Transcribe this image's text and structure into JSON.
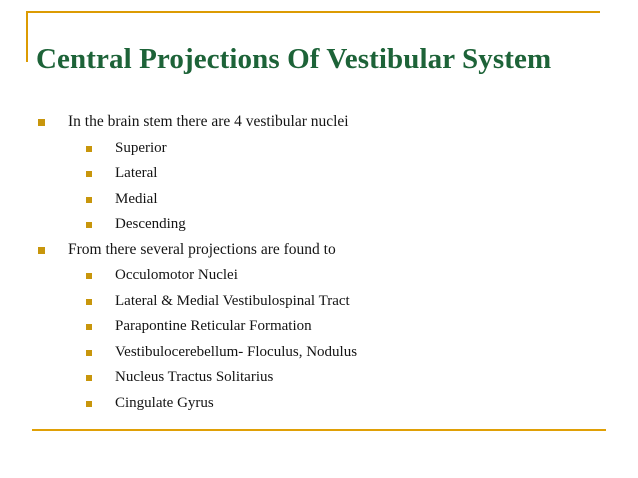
{
  "slide": {
    "title": "Central Projections Of Vestibular System",
    "theme": {
      "background": "#ffffff",
      "title_color": "#1d6338",
      "accent_gold": "#dc9b03",
      "bullet_color": "#c8960c",
      "body_color": "#141414"
    },
    "decorations": {
      "title_rule_top": "gold-horizontal-rule",
      "title_rule_left": "gold-vertical-rule",
      "footer_rule": "gold-horizontal-rule"
    },
    "content": [
      {
        "level": 1,
        "text": "In the brain stem there are 4 vestibular nuclei"
      },
      {
        "level": 2,
        "text": "Superior"
      },
      {
        "level": 2,
        "text": "Lateral"
      },
      {
        "level": 2,
        "text": "Medial"
      },
      {
        "level": 2,
        "text": "Descending"
      },
      {
        "level": 1,
        "text": "From there several projections are found to"
      },
      {
        "level": 2,
        "text": "Occulomotor Nuclei"
      },
      {
        "level": 2,
        "text": "Lateral & Medial Vestibulospinal Tract"
      },
      {
        "level": 2,
        "text": "Parapontine Reticular Formation"
      },
      {
        "level": 2,
        "text": "Vestibulocerebellum- Floculus, Nodulus"
      },
      {
        "level": 2,
        "text": "Nucleus Tractus Solitarius"
      },
      {
        "level": 2,
        "text": "Cingulate Gyrus"
      }
    ]
  }
}
